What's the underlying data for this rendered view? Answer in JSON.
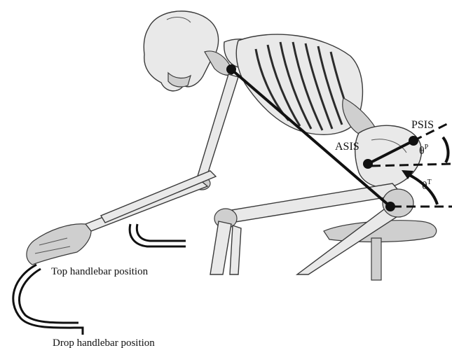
{
  "labels": {
    "asis": "ASIS",
    "psis": "PSIS",
    "theta_pelvis": "θ",
    "theta_pelvis_sup": "P",
    "theta_trunk": "θ",
    "theta_trunk_sup": "T",
    "top_handlebar": "Top handlebar position",
    "drop_handlebar": "Drop handlebar position"
  }
}
